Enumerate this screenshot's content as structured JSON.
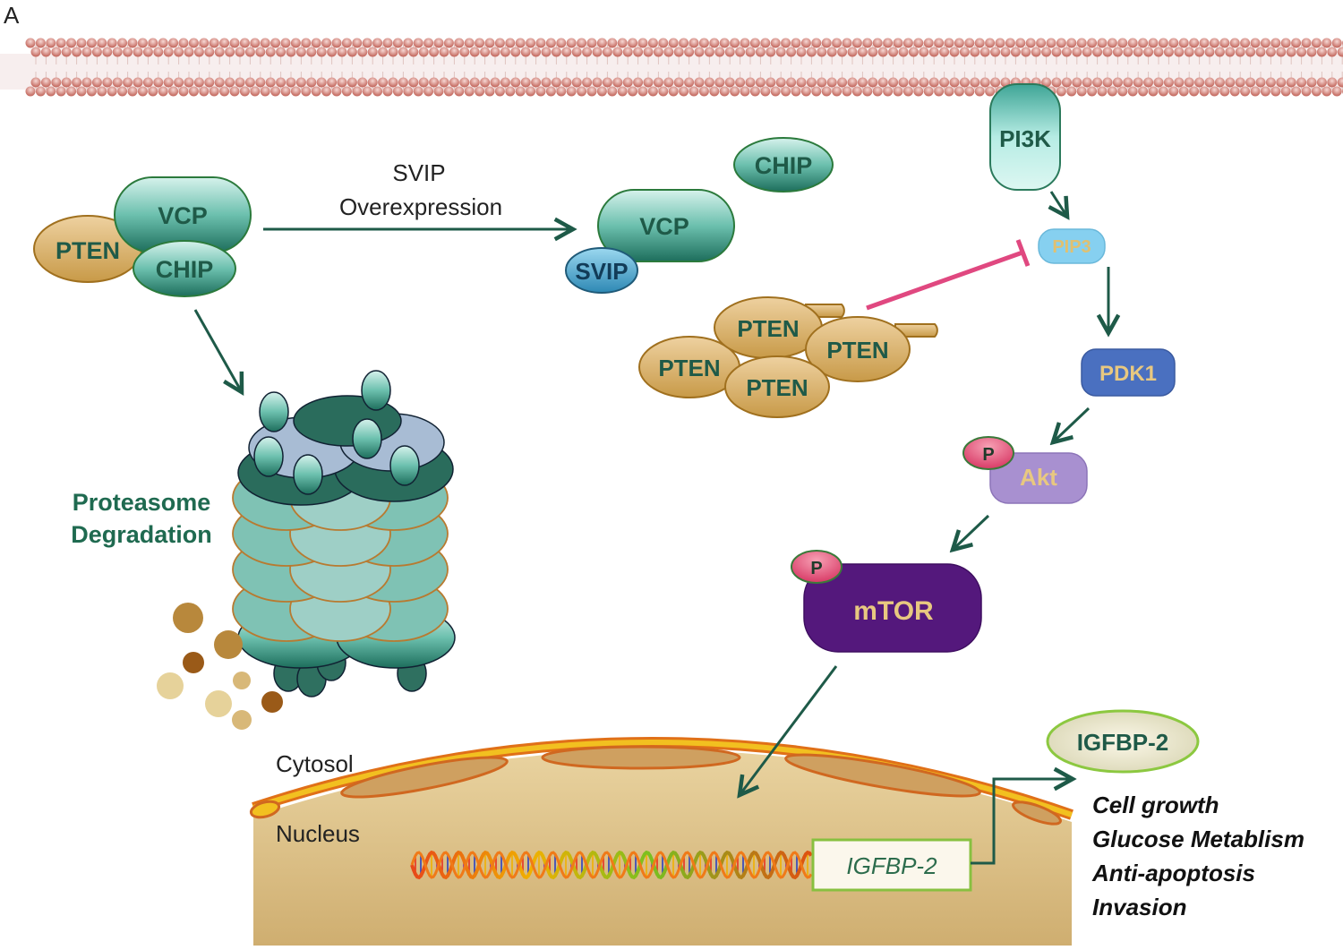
{
  "panel_label": "A",
  "labels": {
    "pi3k": "PI3K",
    "chip_free": "CHIP",
    "vcp_left": "VCP",
    "pten_left": "PTEN",
    "chip_left": "CHIP",
    "svip_arrow_line1": "SVIP",
    "svip_arrow_line2": "Overexpression",
    "vcp_right": "VCP",
    "svip_protein": "SVIP",
    "pip3": "PIP3",
    "pten_cluster": [
      "PTEN",
      "PTEN",
      "PTEN",
      "PTEN"
    ],
    "pdk1": "PDK1",
    "akt": "Akt",
    "phospho_akt": "P",
    "mtor": "mTOR",
    "phospho_mtor": "P",
    "proteasome_line1": "Proteasome",
    "proteasome_line2": "Degradation",
    "cytosol": "Cytosol",
    "nucleus": "Nucleus",
    "gene": "IGFBP-2",
    "protein_product": "IGFBP-2",
    "outcomes": [
      "Cell growth",
      "Glucose Metablism",
      "Anti-apoptosis",
      "Invasion"
    ]
  },
  "colors": {
    "teal_dark": "#1e6e5a",
    "teal_light": "#b8e8e0",
    "pten_fill": "#d9b066",
    "pten_stroke": "#a0701e",
    "pip3_fill": "#86d0f0",
    "pip3_text": "#e0c070",
    "pdk1_fill": "#4a70c0",
    "akt_fill": "#a890d0",
    "mtor_fill": "#54187c",
    "gold_text": "#e8c880",
    "inhibit": "#e04880",
    "nucleus_fill": "#d8bc82",
    "arrow": "#1e5a48"
  }
}
